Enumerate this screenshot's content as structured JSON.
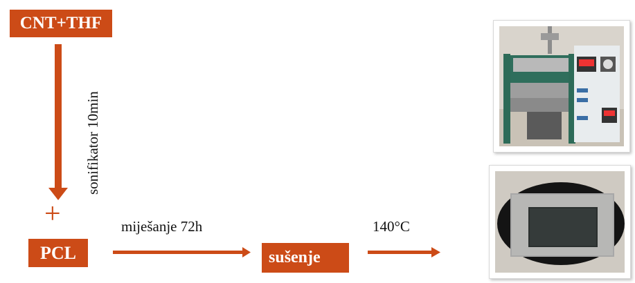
{
  "diagram": {
    "box_cnt_label": "CNT+THF",
    "sonication_label": "sonifikator 10min",
    "plus_sign": "+",
    "box_pcl_label": "PCL",
    "mixing_label": "miješanje 72h",
    "box_drying_label": "sušenje",
    "temperature_label": "140°C"
  },
  "colors": {
    "accent": "#cc4b17",
    "text": "#111111",
    "background": "#ffffff"
  },
  "photos": [
    {
      "name": "hot-press-photo"
    },
    {
      "name": "sample-in-mold-photo"
    }
  ]
}
